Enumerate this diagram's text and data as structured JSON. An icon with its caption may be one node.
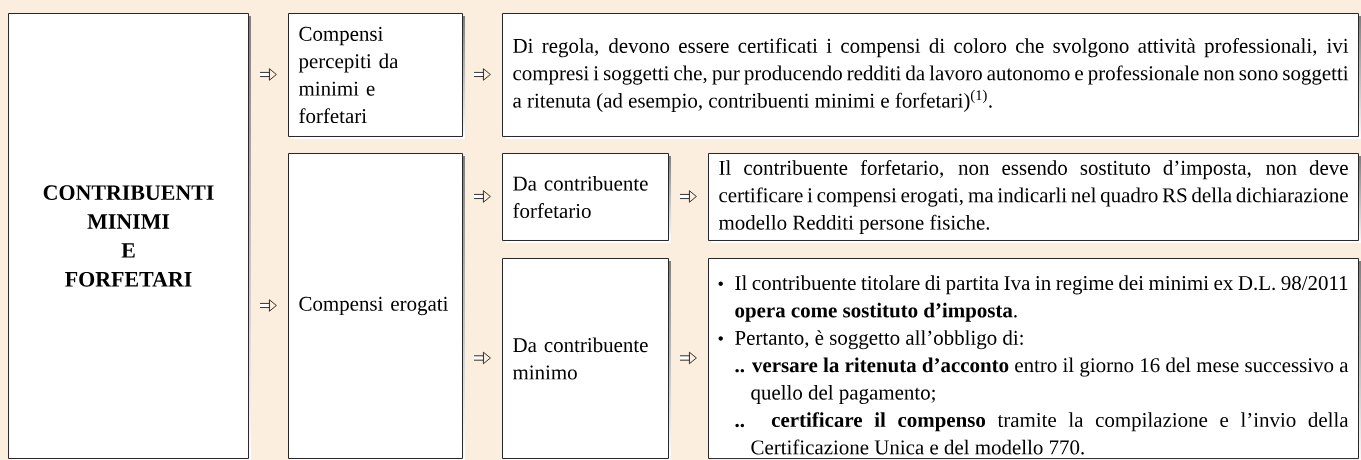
{
  "diagram": {
    "nodes": [
      {
        "text": [
          "CONTRIBUENTI MINIMI E FORFETARI"
        ]
      },
      {
        "text": [
          "Compensi percepiti da minimi e forfetari"
        ]
      },
      {
        "text": [
          "Di regola, devono essere certificati i compensi di coloro che svolgono attività professionali, ivi compresi i soggetti che, pur producendo redditi da lavoro autonomo e professionale non sono soggetti a ritenuta (ad esempio, contribuenti minimi e forfetari)$^{(1)}$."
        ]
      },
      {
        "text": [
          "Compensi erogati"
        ]
      },
      {
        "text": [
          "Da contribuente forfetario"
        ]
      },
      {
        "text": [
          "Il contribuente forfetario, non essendo sostituto d’imposta, non deve certificare i compensi erogati, ma indicarli nel quadro RS della dichiarazione modello Redditi persone fisiche."
        ]
      },
      {
        "text": [
          "Da contribuente minimo"
        ]
      },
      {
        "text": [
          "Il contribuente titolare di partita Iva in regime dei minimi ex D.L. 98/2011 **opera come sostituto d’imposta**.",
          "Pertanto, è soggetto all’obbligo di:",
          "**.. versare la ritenuta d’acconto** entro il giorno 16 del mese successivo a quello del pagamento;",
          "**.. certificare il compenso** tramite la compilazione e l’invio della Certificazione Unica e del modello 770."
        ]
      }
    ],
    "edges": [
      {
        "from": 0,
        "to": 1,
        "arrow": "to"
      },
      {
        "from": 0,
        "to": 3,
        "arrow": "to"
      },
      {
        "from": 1,
        "to": 2,
        "arrow": "to"
      },
      {
        "from": 3,
        "to": 4,
        "arrow": "to"
      },
      {
        "from": 3,
        "to": 6,
        "arrow": "to"
      },
      {
        "from": 4,
        "to": 5,
        "arrow": "to"
      },
      {
        "from": 6,
        "to": 7,
        "arrow": "to"
      }
    ]
  }
}
